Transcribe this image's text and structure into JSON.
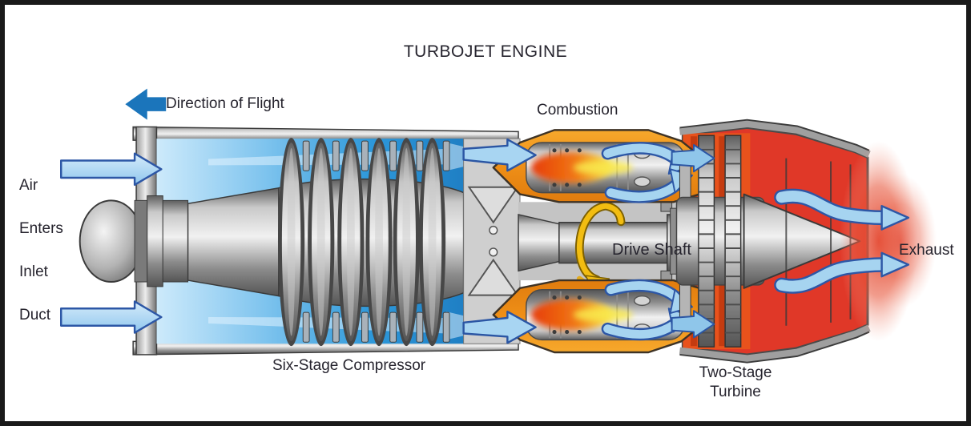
{
  "diagram": {
    "title": "TURBOJET ENGINE",
    "direction_of_flight": {
      "label": "Direction of Flight"
    },
    "air_inlet": {
      "lines": [
        "Air",
        "Enters",
        "Inlet",
        "Duct"
      ]
    },
    "combustion": {
      "label": "Combustion"
    },
    "drive_shaft": {
      "label": "Drive Shaft"
    },
    "exhaust": {
      "label": "Exhaust"
    },
    "compressor": {
      "label": "Six-Stage Compressor"
    },
    "turbine": {
      "lines": [
        "Two-Stage",
        "Turbine"
      ]
    },
    "colors": {
      "flight_arrow_blue": "#1b75bb",
      "airflow_light_blue": "#a6d4f0",
      "airflow_outline_blue": "#2d57a6",
      "inlet_blue": "#2d98da",
      "combustor_orange": "#f0931f",
      "flame_red": "#e8430c",
      "flame_yellow": "#f7e145",
      "exhaust_red": "#e03828",
      "turbine_orange_red": "#e8521c",
      "rotation_arrow_yellow": "#f2bd11",
      "metal_gray": "#b5b5b5",
      "text_dark": "#26242e",
      "frame_border": "#1a1a1a"
    }
  }
}
